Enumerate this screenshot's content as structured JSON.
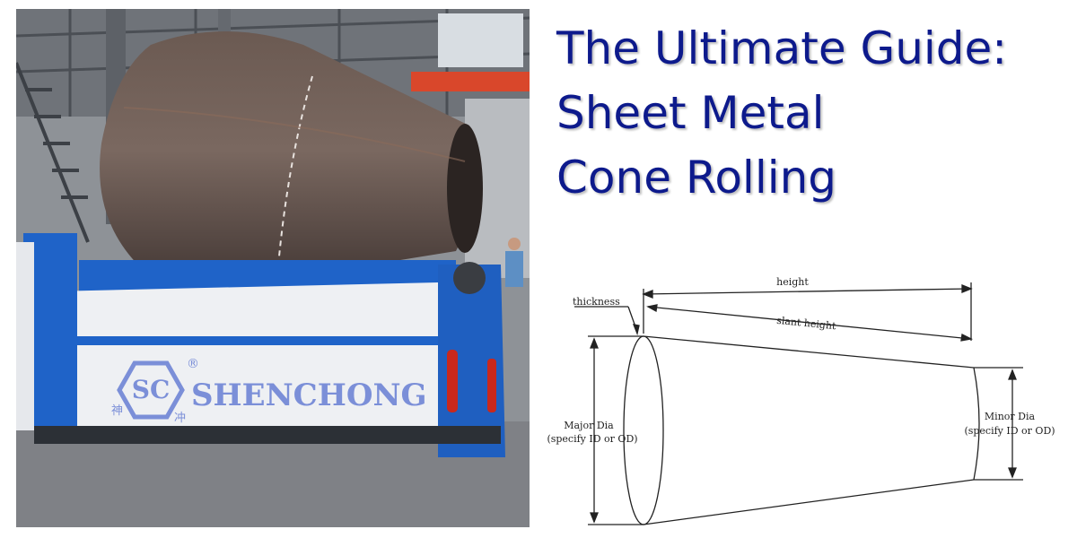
{
  "title": {
    "line1": "The Ultimate Guide:",
    "line2": "Sheet Metal",
    "line3": "Cone Rolling"
  },
  "photo": {
    "brand": "SHENCHONG",
    "logo_initials": "SC",
    "logo_chars_left": "神",
    "logo_chars_right": "冲",
    "registered_mark": "®"
  },
  "diagram": {
    "height_label": "height",
    "thickness_label": "thickness",
    "slant_height_label": "slant height",
    "major_dia_label": "Major Dia",
    "major_dia_note": "(specify ID or OD)",
    "minor_dia_label": "Minor Dia",
    "minor_dia_note": "(specify ID or OD)"
  },
  "colors": {
    "title": "#0d1a8c",
    "machine_blue": "#1f63c8",
    "machine_white": "#eef0f3",
    "cone_rust": "#5a4a44",
    "brand_blue": "#7b8fd8"
  }
}
